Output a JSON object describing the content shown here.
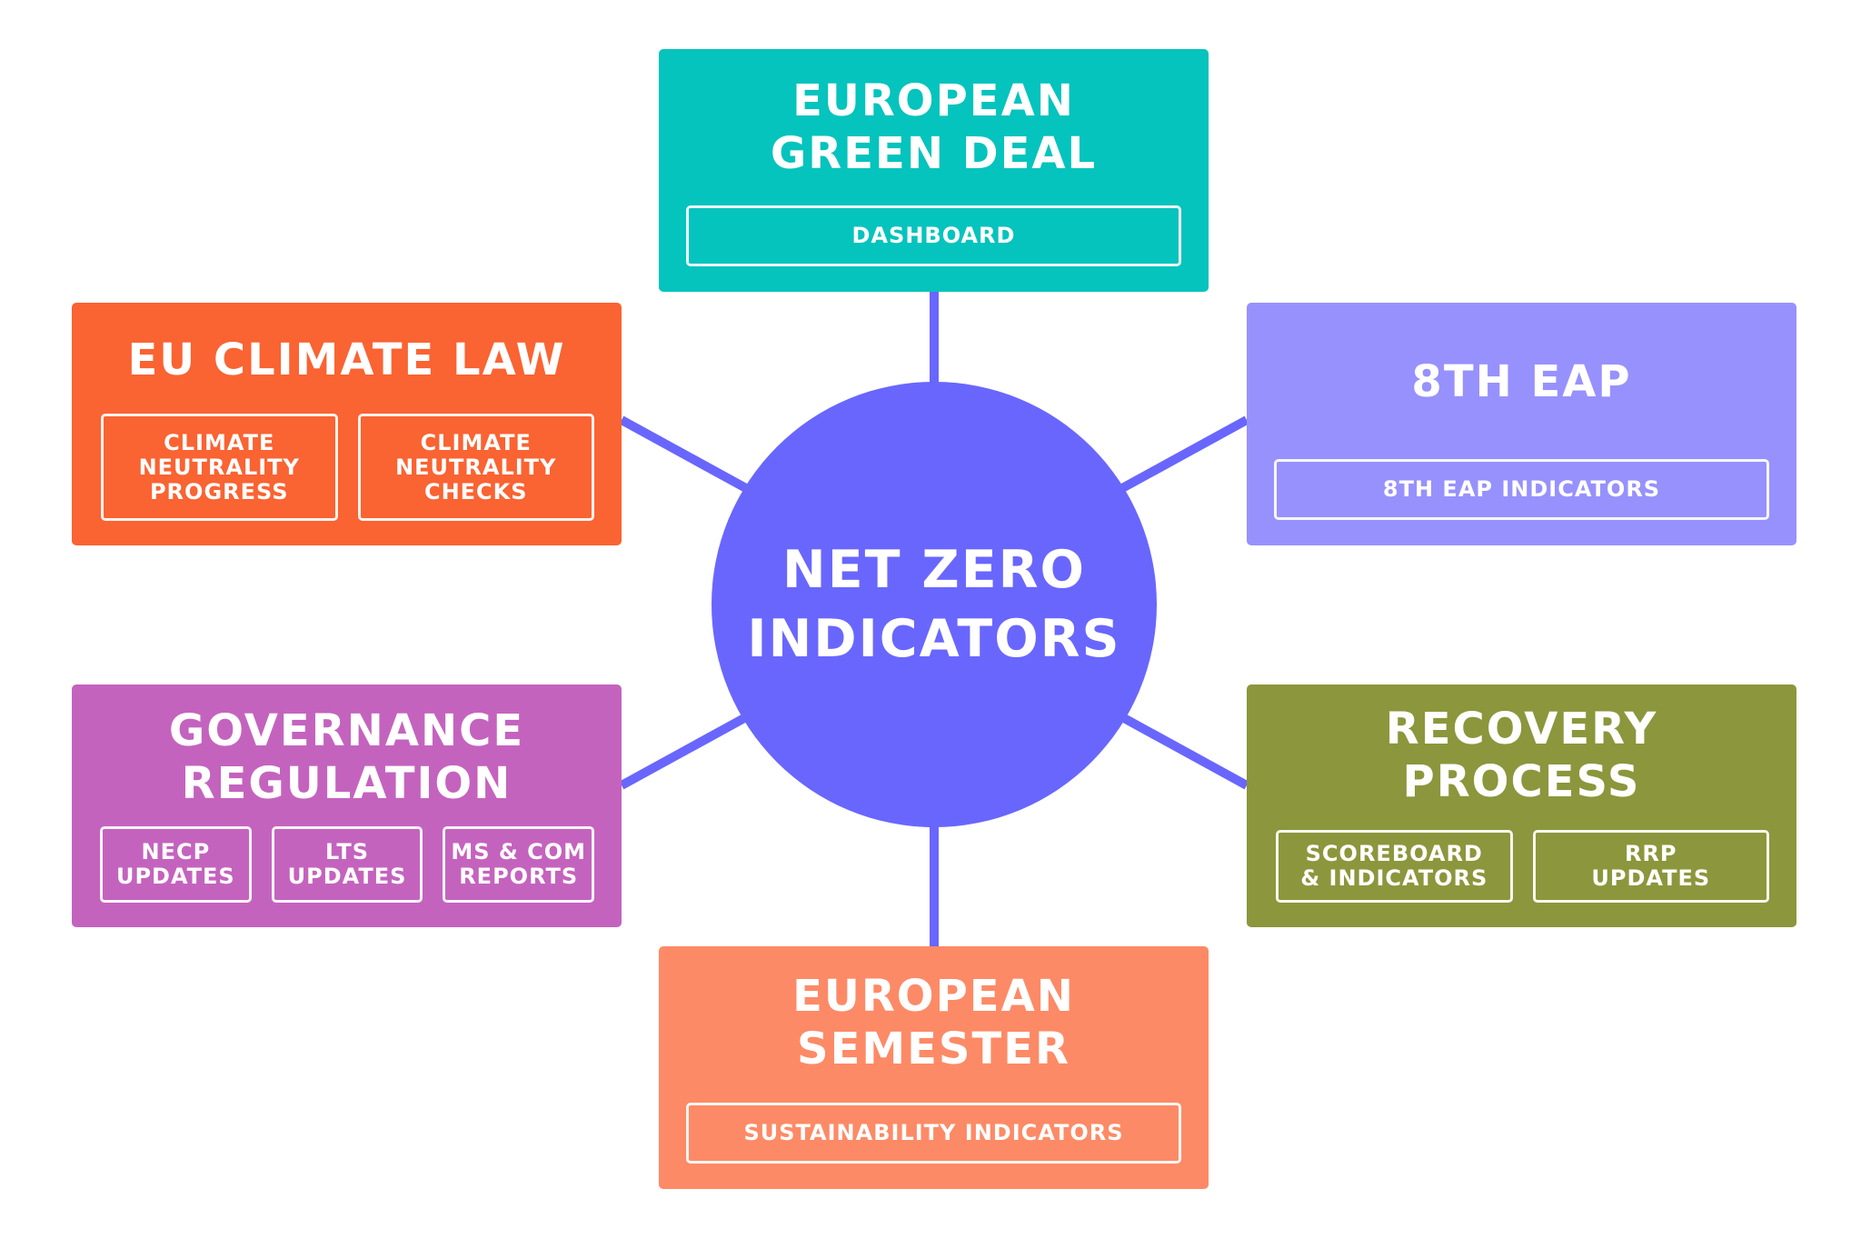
{
  "colors": {
    "center": "#6966fe",
    "connector": "#6966fe",
    "green_deal": "#05c3bd",
    "climate_law": "#fa6332",
    "eap": "#9791fe",
    "governance": "#c463be",
    "recovery": "#8c963c",
    "semester": "#fd8a66"
  },
  "center": {
    "lines": [
      "NET ZERO",
      "INDICATORS"
    ]
  },
  "nodes": {
    "green_deal": {
      "title_lines": [
        "EUROPEAN",
        "GREEN DEAL"
      ],
      "items": [
        {
          "lines": [
            "DASHBOARD"
          ]
        }
      ]
    },
    "climate_law": {
      "title_lines": [
        "EU CLIMATE LAW"
      ],
      "items": [
        {
          "lines": [
            "CLIMATE",
            "NEUTRALITY",
            "PROGRESS"
          ]
        },
        {
          "lines": [
            "CLIMATE",
            "NEUTRALITY",
            "CHECKS"
          ]
        }
      ]
    },
    "eap": {
      "title_lines": [
        "8TH EAP"
      ],
      "items": [
        {
          "lines": [
            "8TH EAP INDICATORS"
          ]
        }
      ]
    },
    "governance": {
      "title_lines": [
        "GOVERNANCE",
        "REGULATION"
      ],
      "items": [
        {
          "lines": [
            "NECP",
            "UPDATES"
          ]
        },
        {
          "lines": [
            "LTS",
            "UPDATES"
          ]
        },
        {
          "lines": [
            "MS & COM",
            "REPORTS"
          ]
        }
      ]
    },
    "recovery": {
      "title_lines": [
        "RECOVERY",
        "PROCESS"
      ],
      "items": [
        {
          "lines": [
            "SCOREBOARD",
            "& INDICATORS"
          ]
        },
        {
          "lines": [
            "RRP",
            "UPDATES"
          ]
        }
      ]
    },
    "semester": {
      "title_lines": [
        "EUROPEAN",
        "SEMESTER"
      ],
      "items": [
        {
          "lines": [
            "SUSTAINABILITY INDICATORS"
          ]
        }
      ]
    }
  }
}
